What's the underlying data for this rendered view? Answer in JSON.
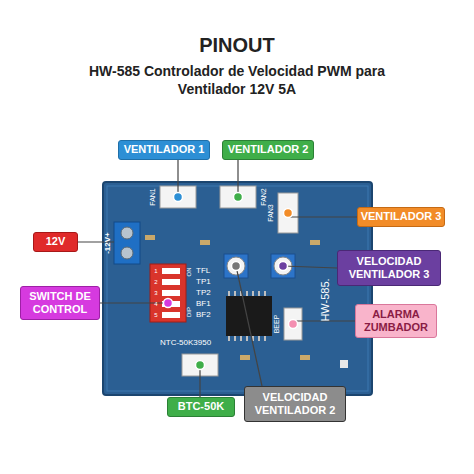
{
  "diagram": {
    "title": "PINOUT",
    "nodes": [
      {
        "text": [
          "VENTILADOR 1"
        ]
      },
      {
        "text": [
          "VENTILADOR 2"
        ]
      },
      {
        "text": [
          "VENTILADOR 3"
        ]
      },
      {
        "text": [
          "12V"
        ]
      },
      {
        "text": [
          "VELOCIDAD VENTILADOR 3"
        ]
      },
      {
        "text": [
          "SWITCH DE CONTROL"
        ]
      },
      {
        "text": [
          "ALARMA ZUMBADOR"
        ]
      },
      {
        "text": [
          "BTC-50K"
        ]
      },
      {
        "text": [
          "VELOCIDAD VENTILADOR 2"
        ]
      }
    ],
    "labels": [
      "HW-585 Controlador de Velocidad PWM para Ventilador 12V 5A",
      "FAN1",
      "FAN2",
      "FAN3",
      "-12V+",
      "ON",
      "DIP",
      "1",
      "2",
      "3",
      "4",
      "5",
      "TFL",
      "TP1",
      "TP2",
      "BF1",
      "BF2",
      "NTC-50K3950",
      "HW-585.",
      "BEEP"
    ]
  }
}
